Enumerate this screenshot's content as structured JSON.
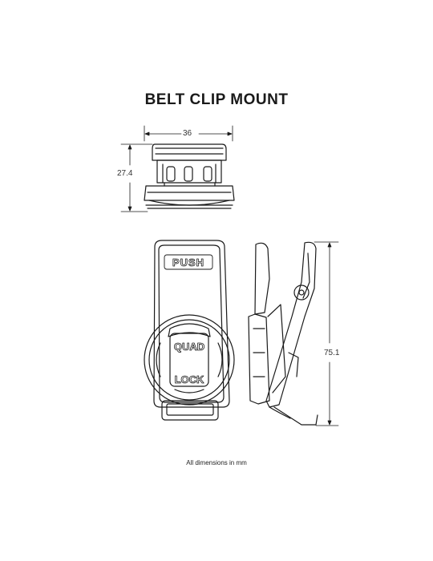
{
  "title": "BELT CLIP MOUNT",
  "dimensions": {
    "width": "36",
    "height_top": "27.4",
    "length_side": "75.1"
  },
  "labels": {
    "push": "PUSH",
    "brand_line1": "QUAD",
    "brand_line2": "LOCK"
  },
  "footer": "All dimensions in mm"
}
